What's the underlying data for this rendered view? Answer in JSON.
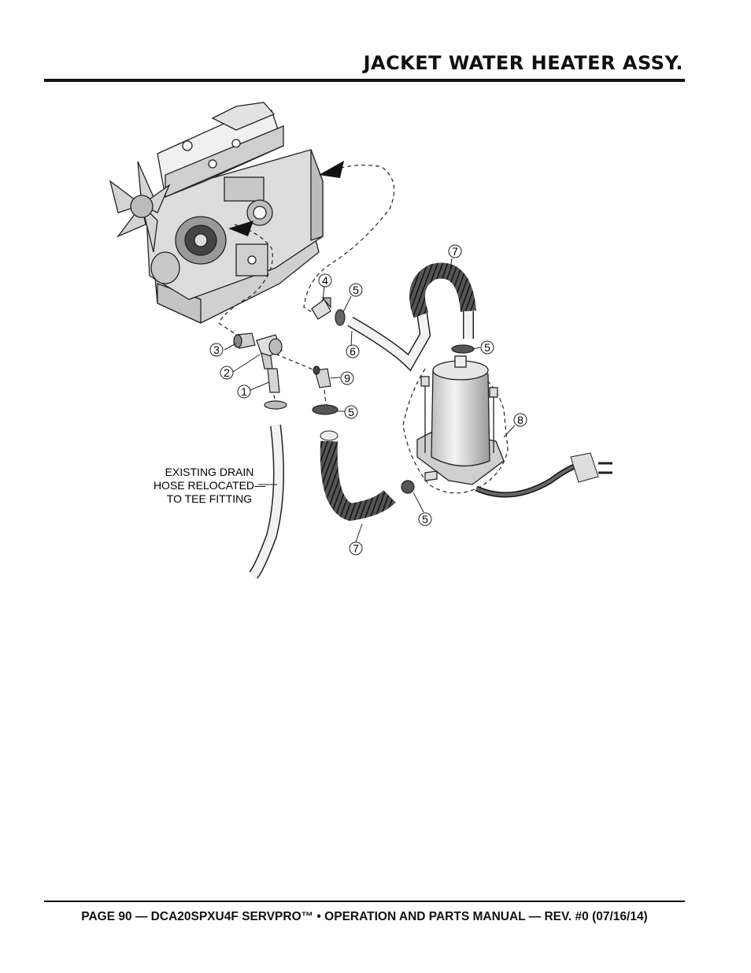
{
  "header": {
    "title": "JACKET WATER HEATER ASSY."
  },
  "diagram": {
    "callouts": [
      "1",
      "2",
      "3",
      "4",
      "5",
      "5",
      "5",
      "5",
      "6",
      "7",
      "7",
      "8",
      "9"
    ],
    "note": {
      "lines": [
        "EXISTING DRAIN",
        "HOSE RELOCATED—",
        "TO TEE FITTING"
      ]
    }
  },
  "footer": {
    "text": "PAGE 90 — DCA20SPXU4F SERVPRO™ • OPERATION AND PARTS MANUAL — REV. #0 (07/16/14)"
  }
}
